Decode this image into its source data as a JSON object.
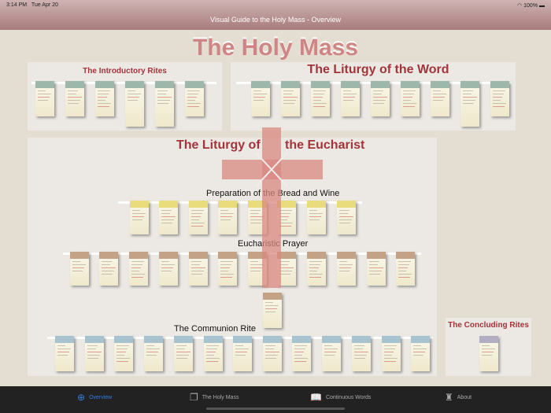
{
  "status": {
    "time": "3:14 PM",
    "date": "Tue Apr 20",
    "battery": "100%"
  },
  "nav": {
    "title": "Visual Guide to the Holy Mass - Overview"
  },
  "main_title": "The Holy Mass",
  "sections": {
    "introductory": "The Introductory Rites",
    "word": "The Liturgy of the Word",
    "eucharist_left": "The Liturgy of",
    "eucharist_right": "the Eucharist",
    "preparation": "Preparation of the Bread and Wine",
    "prayer": "Eucharistic Prayer",
    "communion": "The Communion Rite",
    "concluding": "The Concluding Rites"
  },
  "colors": {
    "intro": "#9db8aa",
    "prep": "#e9dc7c",
    "prayer": "#c4a285",
    "communion": "#a6c3cf",
    "concluding": "#b3adc4",
    "title": "#a3343a",
    "cross": "#d98880",
    "accent": "#2f7fe0"
  },
  "tabs": [
    {
      "label": "Overview",
      "icon": "magnifier-plus-icon"
    },
    {
      "label": "The Holy Mass",
      "icon": "pages-icon"
    },
    {
      "label": "Continuous Words",
      "icon": "open-book-icon"
    },
    {
      "label": "About",
      "icon": "chalice-icon"
    }
  ]
}
